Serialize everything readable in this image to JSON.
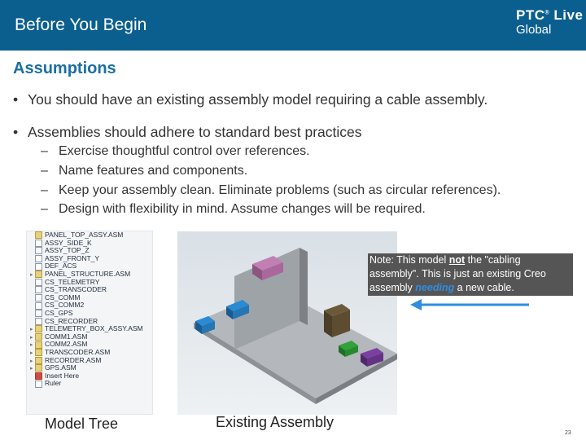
{
  "header": {
    "title": "Before You Begin",
    "logo_line1": "PTC",
    "logo_reg": "®",
    "logo_line1b": " Live",
    "logo_line2": "Global"
  },
  "section_title": "Assumptions",
  "bullets": [
    "You should have an existing assembly model requiring a cable assembly.",
    "Assemblies should adhere to standard best practices"
  ],
  "sub_bullets": [
    "Exercise thoughtful control over references.",
    "Name features and components.",
    "Keep your assembly clean. Eliminate problems (such as circular references).",
    "Design with flexibility in mind. Assume changes will be required."
  ],
  "model_tree": [
    "PANEL_TOP_ASSY.ASM",
    "ASSY_SIDE_K",
    "ASSY_TOP_Z",
    "ASSY_FRONT_Y",
    "DEF_ACS",
    "PANEL_STRUCTURE.ASM",
    "CS_TELEMETRY",
    "CS_TRANSCODER",
    "CS_COMM",
    "CS_COMM2",
    "CS_GPS",
    "CS_RECORDER",
    "TELEMETRY_BOX_ASSY.ASM",
    "COMM1.ASM",
    "COMM2.ASM",
    "TRANSCODER.ASM",
    "RECORDER.ASM",
    "GPS.ASM",
    "Insert Here",
    "Ruler"
  ],
  "note": {
    "part1": "Note: This model ",
    "emph": "not",
    "part2": " the \"cabling assembly\". This is just an existing Creo assembly ",
    "needing": "needing",
    "part3": " a new cable."
  },
  "captions": {
    "tree": "Model Tree",
    "assembly": "Existing Assembly"
  },
  "page_number": "23",
  "colors": {
    "header": "#0b5f8f",
    "title": "#1a6fa3",
    "arrow": "#2f8de0"
  }
}
